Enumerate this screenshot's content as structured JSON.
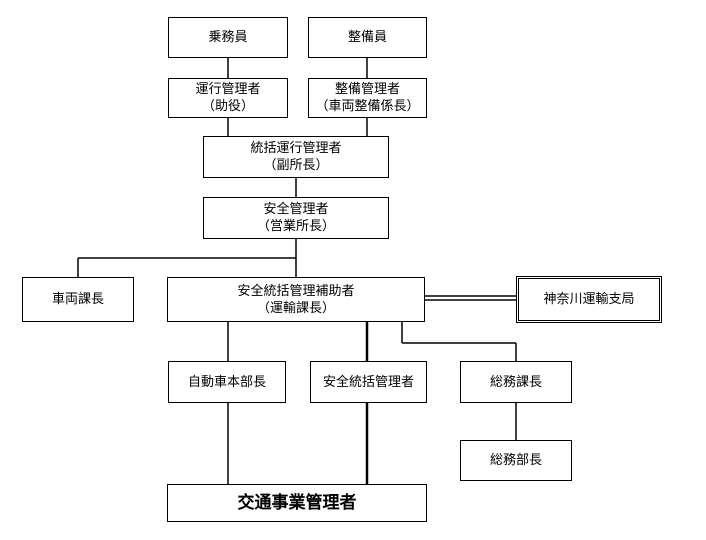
{
  "org": {
    "crew": "乗務員",
    "mechanic": "整備員",
    "operations_manager": {
      "title": "運行管理者",
      "role": "（助役）"
    },
    "maintenance_manager": {
      "title": "整備管理者",
      "role": "（車両整備係長）"
    },
    "general_operations_manager": {
      "title": "統括運行管理者",
      "role": "（副所長）"
    },
    "safety_manager": {
      "title": "安全管理者",
      "role": "（営業所長）"
    },
    "vehicle_section_chief": "車両課長",
    "safety_supervisor_assistant": {
      "title": "安全統括管理補助者",
      "role": "（運輸課長）"
    },
    "kanagawa_transport_bureau": "神奈川運輸支局",
    "automotive_division_head": "自動車本部長",
    "chief_safety_officer": "安全統括管理者",
    "general_affairs_section_chief": "総務課長",
    "general_affairs_division_head": "総務部長",
    "transport_business_manager": "交通事業管理者"
  }
}
